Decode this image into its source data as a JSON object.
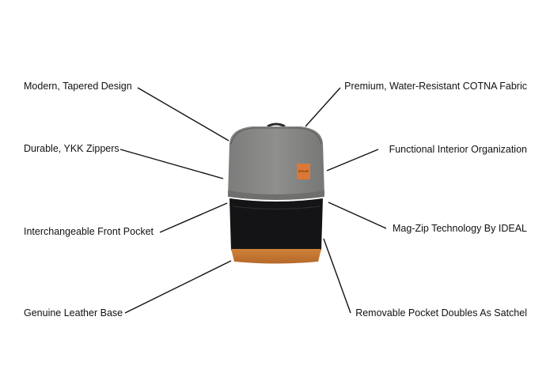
{
  "features_left": [
    "Modern, Tapered Design",
    "Durable, YKK Zippers",
    "Interchangeable Front Pocket",
    "Genuine Leather Base"
  ],
  "features_right": [
    "Premium, Water-Resistant COTNA Fabric",
    "Functional Interior Organization",
    "Mag-Zip Technology By IDEAL",
    "Removable Pocket Doubles As Satchel"
  ],
  "brand_tag": "BYSUNE",
  "colors": {
    "body_gray": "#8a8a89",
    "pocket_black": "#141416",
    "leather": "#c8772f",
    "tag": "#d97935",
    "line": "#111111"
  }
}
